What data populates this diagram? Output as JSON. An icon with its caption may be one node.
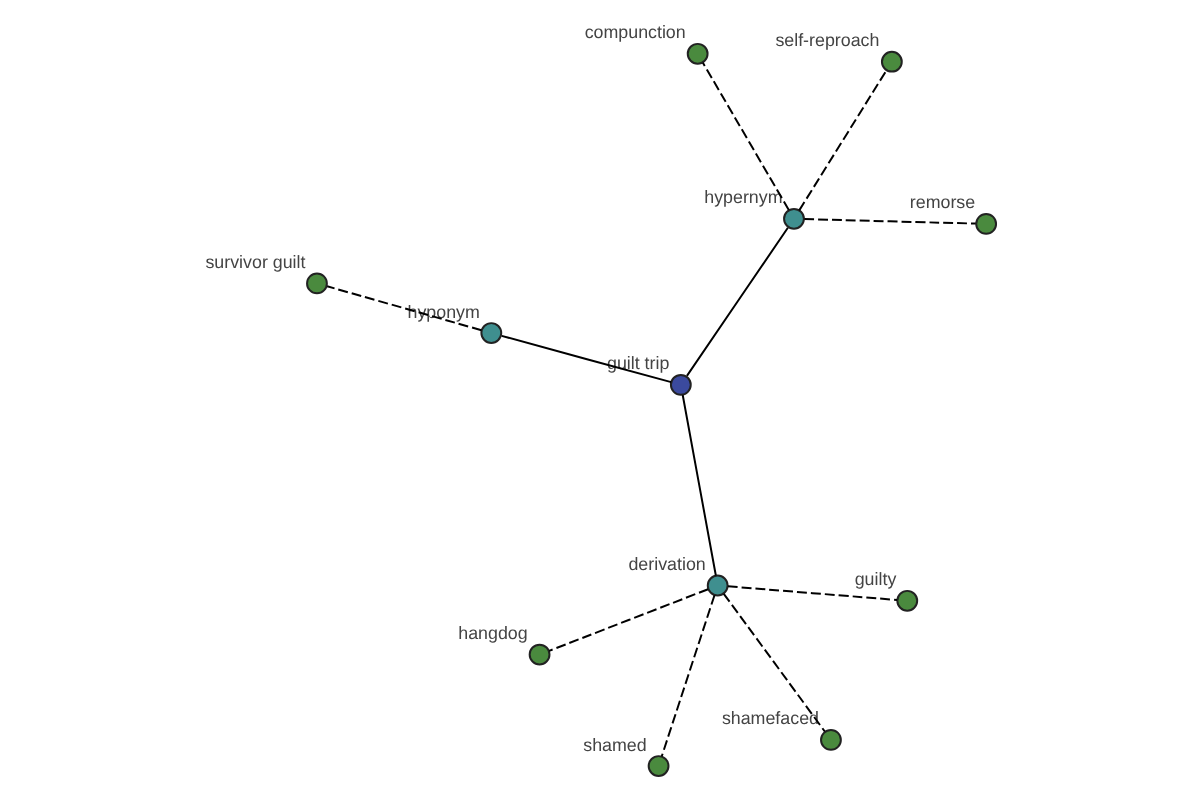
{
  "diagram": {
    "nodes": [
      {
        "text": [
          "guilt trip"
        ]
      },
      {
        "text": [
          "hypernym"
        ]
      },
      {
        "text": [
          "remorse"
        ]
      },
      {
        "text": [
          "compunction"
        ]
      },
      {
        "text": [
          "self-reproach"
        ]
      },
      {
        "text": [
          "derivation"
        ]
      },
      {
        "text": [
          "hangdog"
        ]
      },
      {
        "text": [
          "guilty"
        ]
      },
      {
        "text": [
          "shamed"
        ]
      },
      {
        "text": [
          "shamefaced"
        ]
      },
      {
        "text": [
          "hyponym"
        ]
      },
      {
        "text": [
          "survivor guilt"
        ]
      }
    ],
    "edges": [
      {
        "from": 0,
        "to": 1,
        "arrow": "none"
      },
      {
        "from": 0,
        "to": 5,
        "arrow": "none"
      },
      {
        "from": 0,
        "to": 10,
        "arrow": "none"
      },
      {
        "from": 1,
        "to": 2,
        "arrow": "none",
        "style": "dashed"
      },
      {
        "from": 1,
        "to": 3,
        "arrow": "none",
        "style": "dashed"
      },
      {
        "from": 1,
        "to": 4,
        "arrow": "none",
        "style": "dashed"
      },
      {
        "from": 5,
        "to": 6,
        "arrow": "none",
        "style": "dashed"
      },
      {
        "from": 5,
        "to": 7,
        "arrow": "none",
        "style": "dashed"
      },
      {
        "from": 5,
        "to": 8,
        "arrow": "none",
        "style": "dashed"
      },
      {
        "from": 5,
        "to": 9,
        "arrow": "none",
        "style": "dashed"
      },
      {
        "from": 10,
        "to": 11,
        "arrow": "none",
        "style": "dashed"
      }
    ]
  }
}
